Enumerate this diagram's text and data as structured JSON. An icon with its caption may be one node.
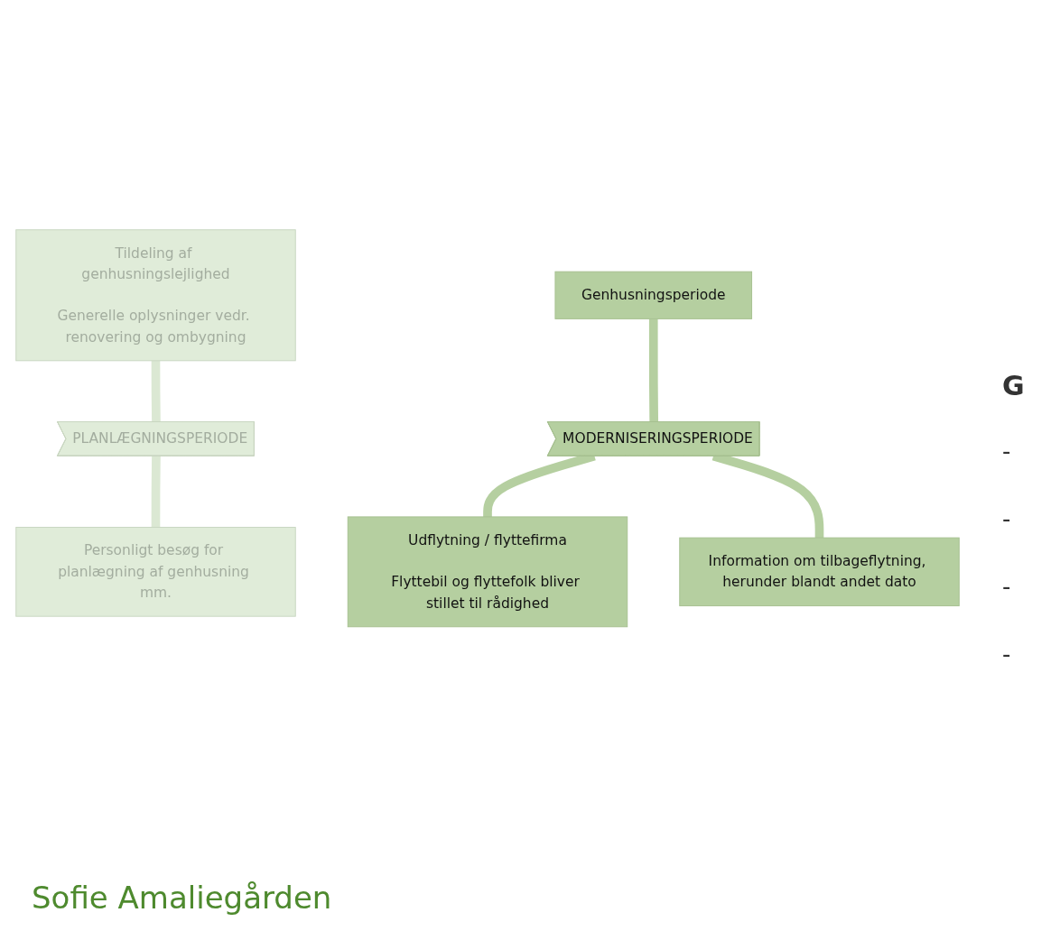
{
  "diagram": {
    "nodes": [
      {
        "text": [
          "Tildeling af genhusningslejlighed",
          "Generelle oplysninger vedr. renovering og ombygning"
        ]
      },
      {
        "text": [
          "Genhusningsperiode"
        ]
      },
      {
        "text": [
          "PLANLÆGNINGSPERIODE"
        ]
      },
      {
        "text": [
          "MODERNISERINGSPERIODE"
        ]
      },
      {
        "text": [
          "Personligt besøg for planlægning af genhusning mm."
        ]
      },
      {
        "text": [
          "Udflytning / flyttefirma",
          "Flyttebil og flyttefolk bliver stillet til rådighed"
        ]
      },
      {
        "text": [
          "Information om tilbageflytning, herunder blandt andet dato"
        ]
      }
    ],
    "edges": [
      {
        "from": 0,
        "to": 2,
        "arrow": "none"
      },
      {
        "from": 1,
        "to": 3,
        "arrow": "none"
      },
      {
        "from": 2,
        "to": 4,
        "arrow": "none"
      },
      {
        "from": 3,
        "to": 5,
        "arrow": "none"
      },
      {
        "from": 3,
        "to": 6,
        "arrow": "none"
      }
    ],
    "labels": [
      "G",
      "-",
      "-",
      "-",
      "-",
      "Sofie Amaliegården"
    ]
  }
}
